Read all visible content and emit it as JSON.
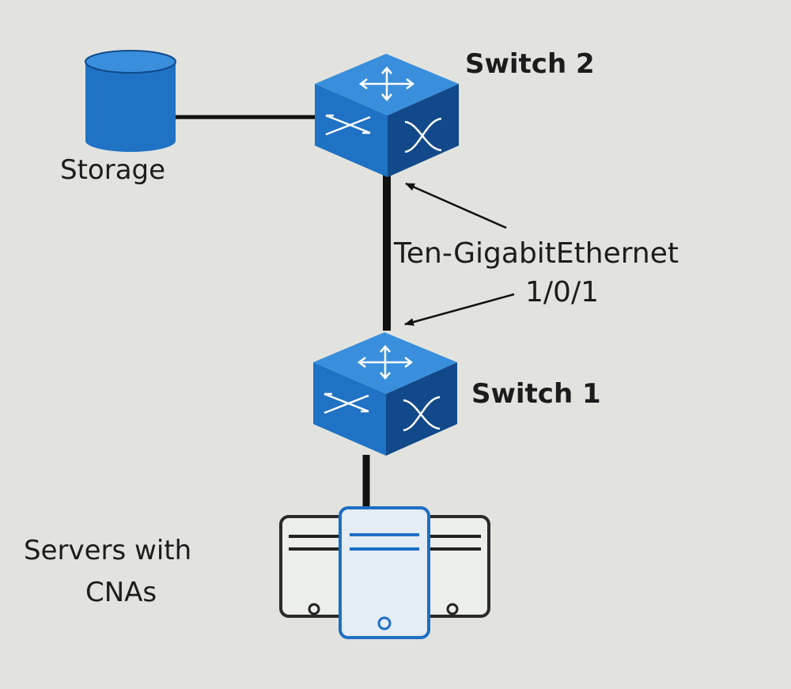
{
  "labels": {
    "switch2": "Switch 2",
    "switch1": "Switch 1",
    "storage": "Storage",
    "port_line1": "Ten-GigabitEthernet",
    "port_line2": "1/0/1",
    "servers_line1": "Servers with",
    "servers_line2": "CNAs"
  },
  "colors": {
    "background": "#e2e3df",
    "device_blue": "#1f72c4",
    "device_dark": "#12498a",
    "device_light": "#3a8fdc",
    "server_outline": "#2a2a2a",
    "server_accent": "#1d6fc2",
    "link": "#111111",
    "text": "#1c1c1c"
  },
  "icons": {
    "storage": "storage-cylinder-icon",
    "switch": "switch-cube-icon",
    "servers": "server-rack-icon"
  }
}
